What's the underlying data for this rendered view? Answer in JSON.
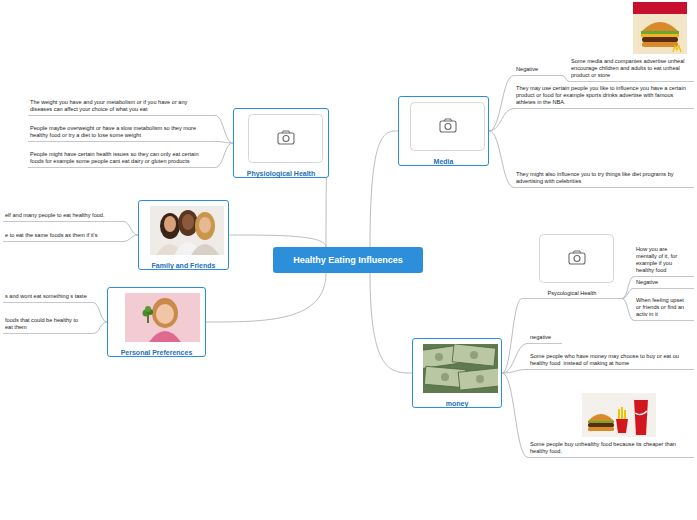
{
  "diagram": {
    "nodes": [
      {
        "text": [
          "Healthy Eating Influences"
        ]
      },
      {
        "text": [
          "Physiological Health"
        ]
      },
      {
        "text": [
          "The weight you have and your metabolism or if you have or any diseases can affect your choice of what you eat"
        ]
      },
      {
        "text": [
          "People maybe overweight or have a slow metabolism so they more healthy food or try a diet to lose some weight"
        ]
      },
      {
        "text": [
          "People might have certain health issues so they can only eat certain foods for example some people cant eat dairy or gluten products"
        ]
      },
      {
        "text": [
          "Family and Friends"
        ]
      },
      {
        "text": [
          "elf and many people to eat healthy food."
        ]
      },
      {
        "text": [
          "e to eat the same foods as them if it's"
        ]
      },
      {
        "text": [
          "Personal Preferences"
        ]
      },
      {
        "text": [
          "s and wont eat something s taste"
        ]
      },
      {
        "text": [
          "foods that could be healthy to eat them"
        ]
      },
      {
        "text": [
          "Media"
        ]
      },
      {
        "text": [
          "Negative"
        ]
      },
      {
        "text": [
          "Some media and companies advertise unheal encourage children and adults to eat unheal product or store"
        ]
      },
      {
        "text": [
          "They may use certain people you like to influence you have a certain product or food for example sports drinks advertise with famous athletes in the NBA."
        ]
      },
      {
        "text": [
          "They might also influence you to try things like diet programs by advertising with celebrities"
        ]
      },
      {
        "text": [
          "money"
        ]
      },
      {
        "text": [
          "Psycological Health"
        ]
      },
      {
        "text": [
          "How you are mentally of it, for example if you healthy food"
        ]
      },
      {
        "text": [
          "Negative"
        ]
      },
      {
        "text": [
          "When feeling upset or friends or find an activ in it"
        ]
      },
      {
        "text": [
          "negative"
        ]
      },
      {
        "text": [
          "Some people who have money may choose to buy or eat ou healthy food  instead of making at home"
        ]
      },
      {
        "text": [
          "Some people buy unhealthy food because its cheaper than healthy food."
        ]
      }
    ],
    "edges": [
      {
        "from": 0,
        "to": 1,
        "arrow": "none"
      },
      {
        "from": 1,
        "to": 2,
        "arrow": "none"
      },
      {
        "from": 1,
        "to": 3,
        "arrow": "none"
      },
      {
        "from": 1,
        "to": 4,
        "arrow": "none"
      },
      {
        "from": 0,
        "to": 5,
        "arrow": "none"
      },
      {
        "from": 5,
        "to": 6,
        "arrow": "none"
      },
      {
        "from": 5,
        "to": 7,
        "arrow": "none"
      },
      {
        "from": 0,
        "to": 8,
        "arrow": "none"
      },
      {
        "from": 8,
        "to": 9,
        "arrow": "none"
      },
      {
        "from": 8,
        "to": 10,
        "arrow": "none"
      },
      {
        "from": 0,
        "to": 11,
        "arrow": "none"
      },
      {
        "from": 11,
        "to": 12,
        "arrow": "none"
      },
      {
        "from": 12,
        "to": 13,
        "arrow": "none"
      },
      {
        "from": 11,
        "to": 14,
        "arrow": "none"
      },
      {
        "from": 11,
        "to": 15,
        "arrow": "none"
      },
      {
        "from": 0,
        "to": 16,
        "arrow": "none"
      },
      {
        "from": 16,
        "to": 17,
        "arrow": "none"
      },
      {
        "from": 17,
        "to": 18,
        "arrow": "none"
      },
      {
        "from": 17,
        "to": 19,
        "arrow": "none"
      },
      {
        "from": 17,
        "to": 20,
        "arrow": "none"
      },
      {
        "from": 16,
        "to": 21,
        "arrow": "none"
      },
      {
        "from": 16,
        "to": 22,
        "arrow": "none"
      },
      {
        "from": 16,
        "to": 23,
        "arrow": "none"
      }
    ]
  }
}
